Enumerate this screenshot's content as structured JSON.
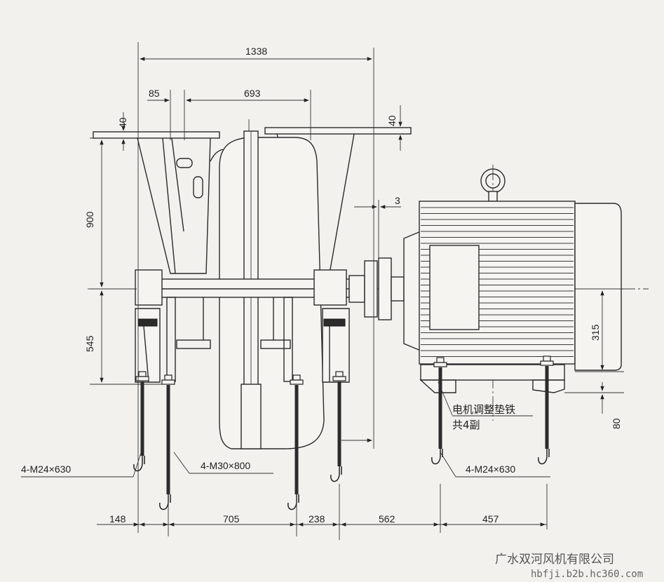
{
  "dimensions": {
    "d1338": "1338",
    "d85": "85",
    "d693": "693",
    "d40_left": "40",
    "d40_right": "40",
    "d3": "3",
    "d900": "900",
    "d545": "545",
    "d315": "315",
    "d80": "80",
    "d148": "148",
    "d705": "705",
    "d238": "238",
    "d562": "562",
    "d457": "457"
  },
  "labels": {
    "bolt_left": "4-M24×630",
    "bolt_mid": "4-M30×800",
    "bolt_right": "4-M24×630",
    "motor_shim_line1": "电机调整垫铁",
    "motor_shim_line2": "共4副"
  },
  "watermark": {
    "company": "广水双河风机有限公司",
    "url": "hbfji.b2b.hc360.com"
  }
}
